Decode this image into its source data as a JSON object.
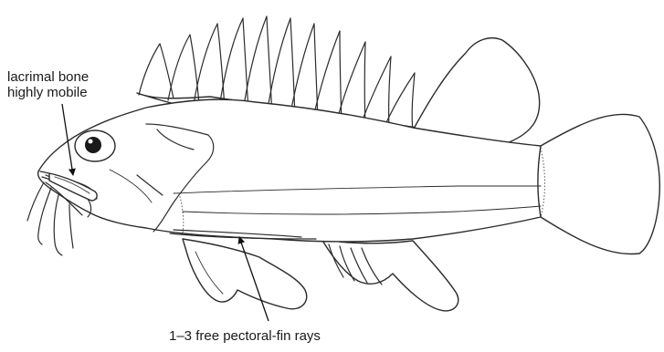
{
  "labels": {
    "lacrimal_line1": "lacrimal bone",
    "lacrimal_line2": "highly mobile",
    "pectoral": "1–3 free pectoral-fin rays"
  },
  "colors": {
    "line": "#2b2b2b",
    "background": "#ffffff"
  }
}
